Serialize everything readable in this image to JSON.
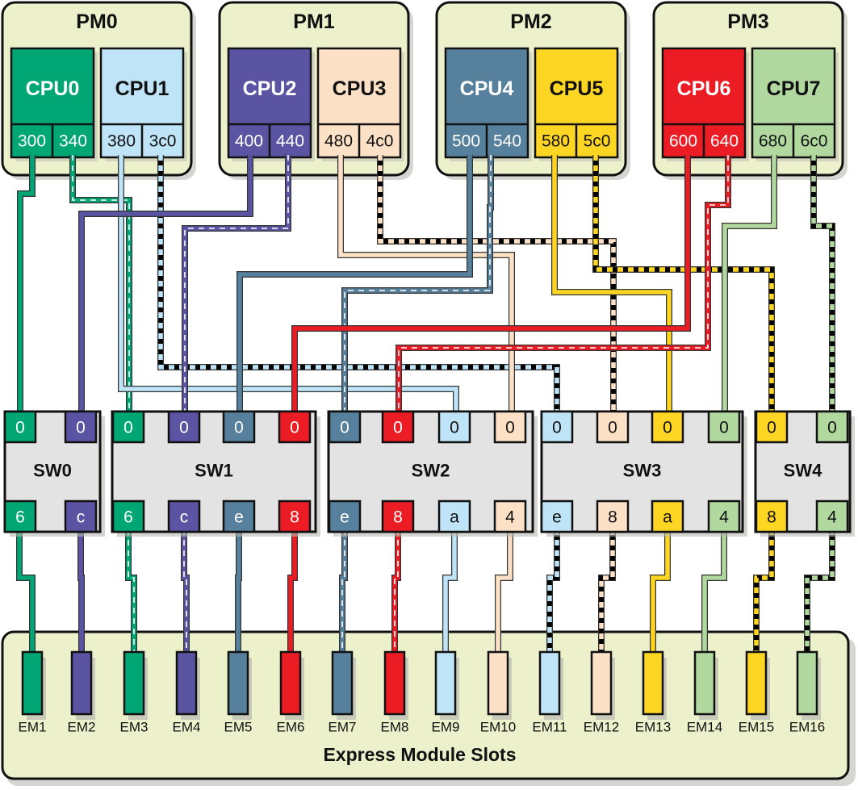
{
  "colors": {
    "module_bg": "#ecf0cb",
    "switch_bg": "#e3e3e4",
    "shadow": "#b9b9b2",
    "outline": "#111111",
    "white": "#ffffff"
  },
  "processor_modules": [
    {
      "name": "PM0",
      "cpus": [
        {
          "name": "CPU0",
          "color": "#00a674",
          "text": "#ffffff",
          "ports": [
            "300",
            "340"
          ]
        },
        {
          "name": "CPU1",
          "color": "#bfe4f8",
          "text": "#111111",
          "ports": [
            "380",
            "3c0"
          ]
        }
      ]
    },
    {
      "name": "PM1",
      "cpus": [
        {
          "name": "CPU2",
          "color": "#5b54a3",
          "text": "#ffffff",
          "ports": [
            "400",
            "440"
          ]
        },
        {
          "name": "CPU3",
          "color": "#fde1c7",
          "text": "#111111",
          "ports": [
            "480",
            "4c0"
          ]
        }
      ]
    },
    {
      "name": "PM2",
      "cpus": [
        {
          "name": "CPU4",
          "color": "#56809c",
          "text": "#ffffff",
          "ports": [
            "500",
            "540"
          ]
        },
        {
          "name": "CPU5",
          "color": "#fdd523",
          "text": "#111111",
          "ports": [
            "580",
            "5c0"
          ]
        }
      ]
    },
    {
      "name": "PM3",
      "cpus": [
        {
          "name": "CPU6",
          "color": "#ec1c24",
          "text": "#ffffff",
          "ports": [
            "600",
            "640"
          ]
        },
        {
          "name": "CPU7",
          "color": "#b1d89f",
          "text": "#111111",
          "ports": [
            "680",
            "6c0"
          ]
        }
      ]
    }
  ],
  "switches": [
    {
      "name": "SW0",
      "top": [
        {
          "label": "0",
          "cpu": "CPU0"
        },
        {
          "label": "0",
          "cpu": "CPU2"
        }
      ],
      "bottom": [
        {
          "label": "6",
          "cpu": "CPU0"
        },
        {
          "label": "c",
          "cpu": "CPU2"
        }
      ]
    },
    {
      "name": "SW1",
      "top": [
        {
          "label": "0",
          "cpu": "CPU0"
        },
        {
          "label": "0",
          "cpu": "CPU2"
        },
        {
          "label": "0",
          "cpu": "CPU4"
        },
        {
          "label": "0",
          "cpu": "CPU6"
        }
      ],
      "bottom": [
        {
          "label": "6",
          "cpu": "CPU0"
        },
        {
          "label": "c",
          "cpu": "CPU2"
        },
        {
          "label": "e",
          "cpu": "CPU4"
        },
        {
          "label": "8",
          "cpu": "CPU6"
        }
      ]
    },
    {
      "name": "SW2",
      "top": [
        {
          "label": "0",
          "cpu": "CPU4"
        },
        {
          "label": "0",
          "cpu": "CPU6"
        },
        {
          "label": "0",
          "cpu": "CPU1"
        },
        {
          "label": "0",
          "cpu": "CPU3"
        }
      ],
      "bottom": [
        {
          "label": "e",
          "cpu": "CPU4"
        },
        {
          "label": "8",
          "cpu": "CPU6"
        },
        {
          "label": "a",
          "cpu": "CPU1"
        },
        {
          "label": "4",
          "cpu": "CPU3"
        }
      ]
    },
    {
      "name": "SW3",
      "top": [
        {
          "label": "0",
          "cpu": "CPU1"
        },
        {
          "label": "0",
          "cpu": "CPU3"
        },
        {
          "label": "0",
          "cpu": "CPU5"
        },
        {
          "label": "0",
          "cpu": "CPU7"
        }
      ],
      "bottom": [
        {
          "label": "e",
          "cpu": "CPU1"
        },
        {
          "label": "8",
          "cpu": "CPU3"
        },
        {
          "label": "a",
          "cpu": "CPU5"
        },
        {
          "label": "4",
          "cpu": "CPU7"
        }
      ]
    },
    {
      "name": "SW4",
      "top": [
        {
          "label": "0",
          "cpu": "CPU5"
        },
        {
          "label": "0",
          "cpu": "CPU7"
        }
      ],
      "bottom": [
        {
          "label": "8",
          "cpu": "CPU5"
        },
        {
          "label": "4",
          "cpu": "CPU7"
        }
      ]
    }
  ],
  "express_modules": {
    "title": "Express Module Slots",
    "slots": [
      {
        "label": "EM1",
        "cpu": "CPU0"
      },
      {
        "label": "EM2",
        "cpu": "CPU2"
      },
      {
        "label": "EM3",
        "cpu": "CPU0"
      },
      {
        "label": "EM4",
        "cpu": "CPU2"
      },
      {
        "label": "EM5",
        "cpu": "CPU4"
      },
      {
        "label": "EM6",
        "cpu": "CPU6"
      },
      {
        "label": "EM7",
        "cpu": "CPU4"
      },
      {
        "label": "EM8",
        "cpu": "CPU6"
      },
      {
        "label": "EM9",
        "cpu": "CPU1"
      },
      {
        "label": "EM10",
        "cpu": "CPU3"
      },
      {
        "label": "EM11",
        "cpu": "CPU1"
      },
      {
        "label": "EM12",
        "cpu": "CPU3"
      },
      {
        "label": "EM13",
        "cpu": "CPU5"
      },
      {
        "label": "EM14",
        "cpu": "CPU7"
      },
      {
        "label": "EM15",
        "cpu": "CPU5"
      },
      {
        "label": "EM16",
        "cpu": "CPU7"
      }
    ]
  },
  "connections": [
    {
      "from": "300",
      "to": "SW0.0",
      "style": "solid",
      "cpu": "CPU0"
    },
    {
      "from": "340",
      "to": "SW1.0",
      "style": "white-dash",
      "cpu": "CPU0"
    },
    {
      "from": "380",
      "to": "SW2.0",
      "style": "solid",
      "cpu": "CPU1"
    },
    {
      "from": "3c0",
      "to": "SW3.0",
      "style": "black-dash",
      "cpu": "CPU1"
    },
    {
      "from": "400",
      "to": "SW0.0",
      "style": "solid",
      "cpu": "CPU2"
    },
    {
      "from": "440",
      "to": "SW1.0",
      "style": "white-dash",
      "cpu": "CPU2"
    },
    {
      "from": "480",
      "to": "SW2.0",
      "style": "solid",
      "cpu": "CPU3"
    },
    {
      "from": "4c0",
      "to": "SW3.0",
      "style": "black-dash",
      "cpu": "CPU3"
    },
    {
      "from": "500",
      "to": "SW1.0",
      "style": "solid",
      "cpu": "CPU4"
    },
    {
      "from": "540",
      "to": "SW2.0",
      "style": "white-dash",
      "cpu": "CPU4"
    },
    {
      "from": "580",
      "to": "SW3.0",
      "style": "solid",
      "cpu": "CPU5"
    },
    {
      "from": "5c0",
      "to": "SW4.0",
      "style": "black-dash",
      "cpu": "CPU5"
    },
    {
      "from": "600",
      "to": "SW1.0",
      "style": "solid",
      "cpu": "CPU6"
    },
    {
      "from": "640",
      "to": "SW2.0",
      "style": "white-dash",
      "cpu": "CPU6"
    },
    {
      "from": "680",
      "to": "SW3.0",
      "style": "solid",
      "cpu": "CPU7"
    },
    {
      "from": "6c0",
      "to": "SW4.0",
      "style": "black-dash",
      "cpu": "CPU7"
    },
    {
      "from": "SW0.6",
      "to": "EM1",
      "style": "solid",
      "cpu": "CPU0"
    },
    {
      "from": "SW0.c",
      "to": "EM2",
      "style": "solid",
      "cpu": "CPU2"
    },
    {
      "from": "SW1.6",
      "to": "EM3",
      "style": "white-dash",
      "cpu": "CPU0"
    },
    {
      "from": "SW1.c",
      "to": "EM4",
      "style": "white-dash",
      "cpu": "CPU2"
    },
    {
      "from": "SW1.e",
      "to": "EM5",
      "style": "solid",
      "cpu": "CPU4"
    },
    {
      "from": "SW1.8",
      "to": "EM6",
      "style": "solid",
      "cpu": "CPU6"
    },
    {
      "from": "SW2.e",
      "to": "EM7",
      "style": "white-dash",
      "cpu": "CPU4"
    },
    {
      "from": "SW2.8",
      "to": "EM8",
      "style": "white-dash",
      "cpu": "CPU6"
    },
    {
      "from": "SW2.a",
      "to": "EM9",
      "style": "solid",
      "cpu": "CPU1"
    },
    {
      "from": "SW2.4",
      "to": "EM10",
      "style": "solid",
      "cpu": "CPU3"
    },
    {
      "from": "SW3.e",
      "to": "EM11",
      "style": "black-dash",
      "cpu": "CPU1"
    },
    {
      "from": "SW3.8",
      "to": "EM12",
      "style": "black-dash",
      "cpu": "CPU3"
    },
    {
      "from": "SW3.a",
      "to": "EM13",
      "style": "solid",
      "cpu": "CPU5"
    },
    {
      "from": "SW3.4",
      "to": "EM14",
      "style": "solid",
      "cpu": "CPU7"
    },
    {
      "from": "SW4.8",
      "to": "EM15",
      "style": "black-dash",
      "cpu": "CPU5"
    },
    {
      "from": "SW4.4",
      "to": "EM16",
      "style": "black-dash",
      "cpu": "CPU7"
    }
  ]
}
